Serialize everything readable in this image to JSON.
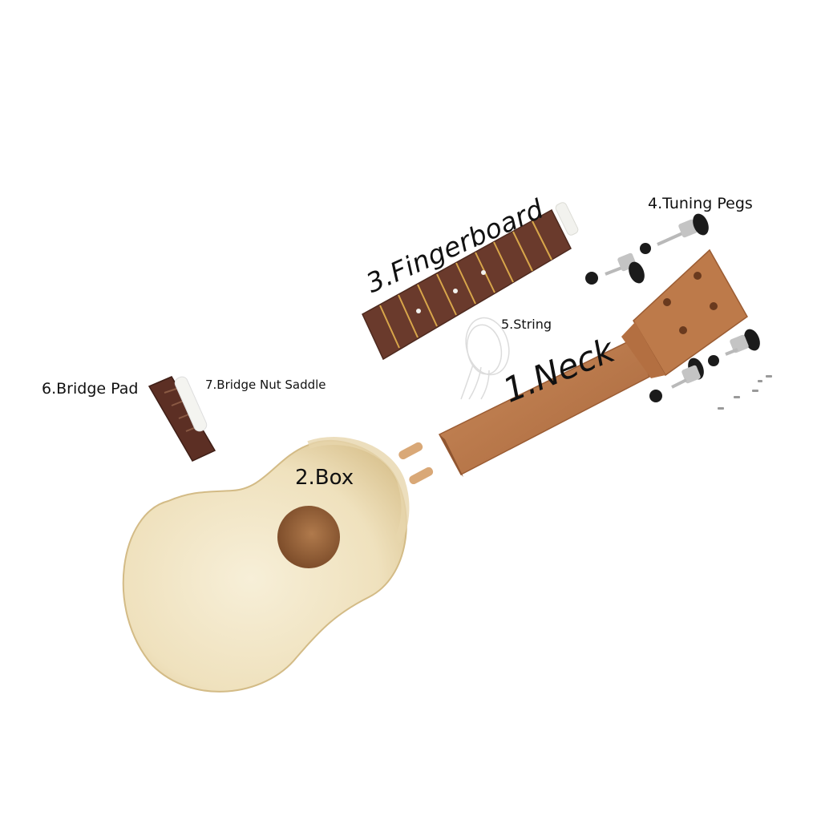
{
  "labels": {
    "neck": "1.Neck",
    "box": "2.Box",
    "fingerboard": "3.Fingerboard",
    "tuning_pegs": "4.Tuning Pegs",
    "string": "5.String",
    "bridge_pad": "6.Bridge Pad",
    "bridge_nut_saddle": "7.Bridge Nut Saddle"
  },
  "colors": {
    "background": "#ffffff",
    "body_wood": "#f1e6c8",
    "neck_wood": "#c07a4c",
    "fingerboard": "#6a3a2c",
    "frets": "#d8a64a",
    "bone": "#f2f2ee",
    "peg_black": "#1b1b1b",
    "peg_metal": "#b9b9b9"
  }
}
